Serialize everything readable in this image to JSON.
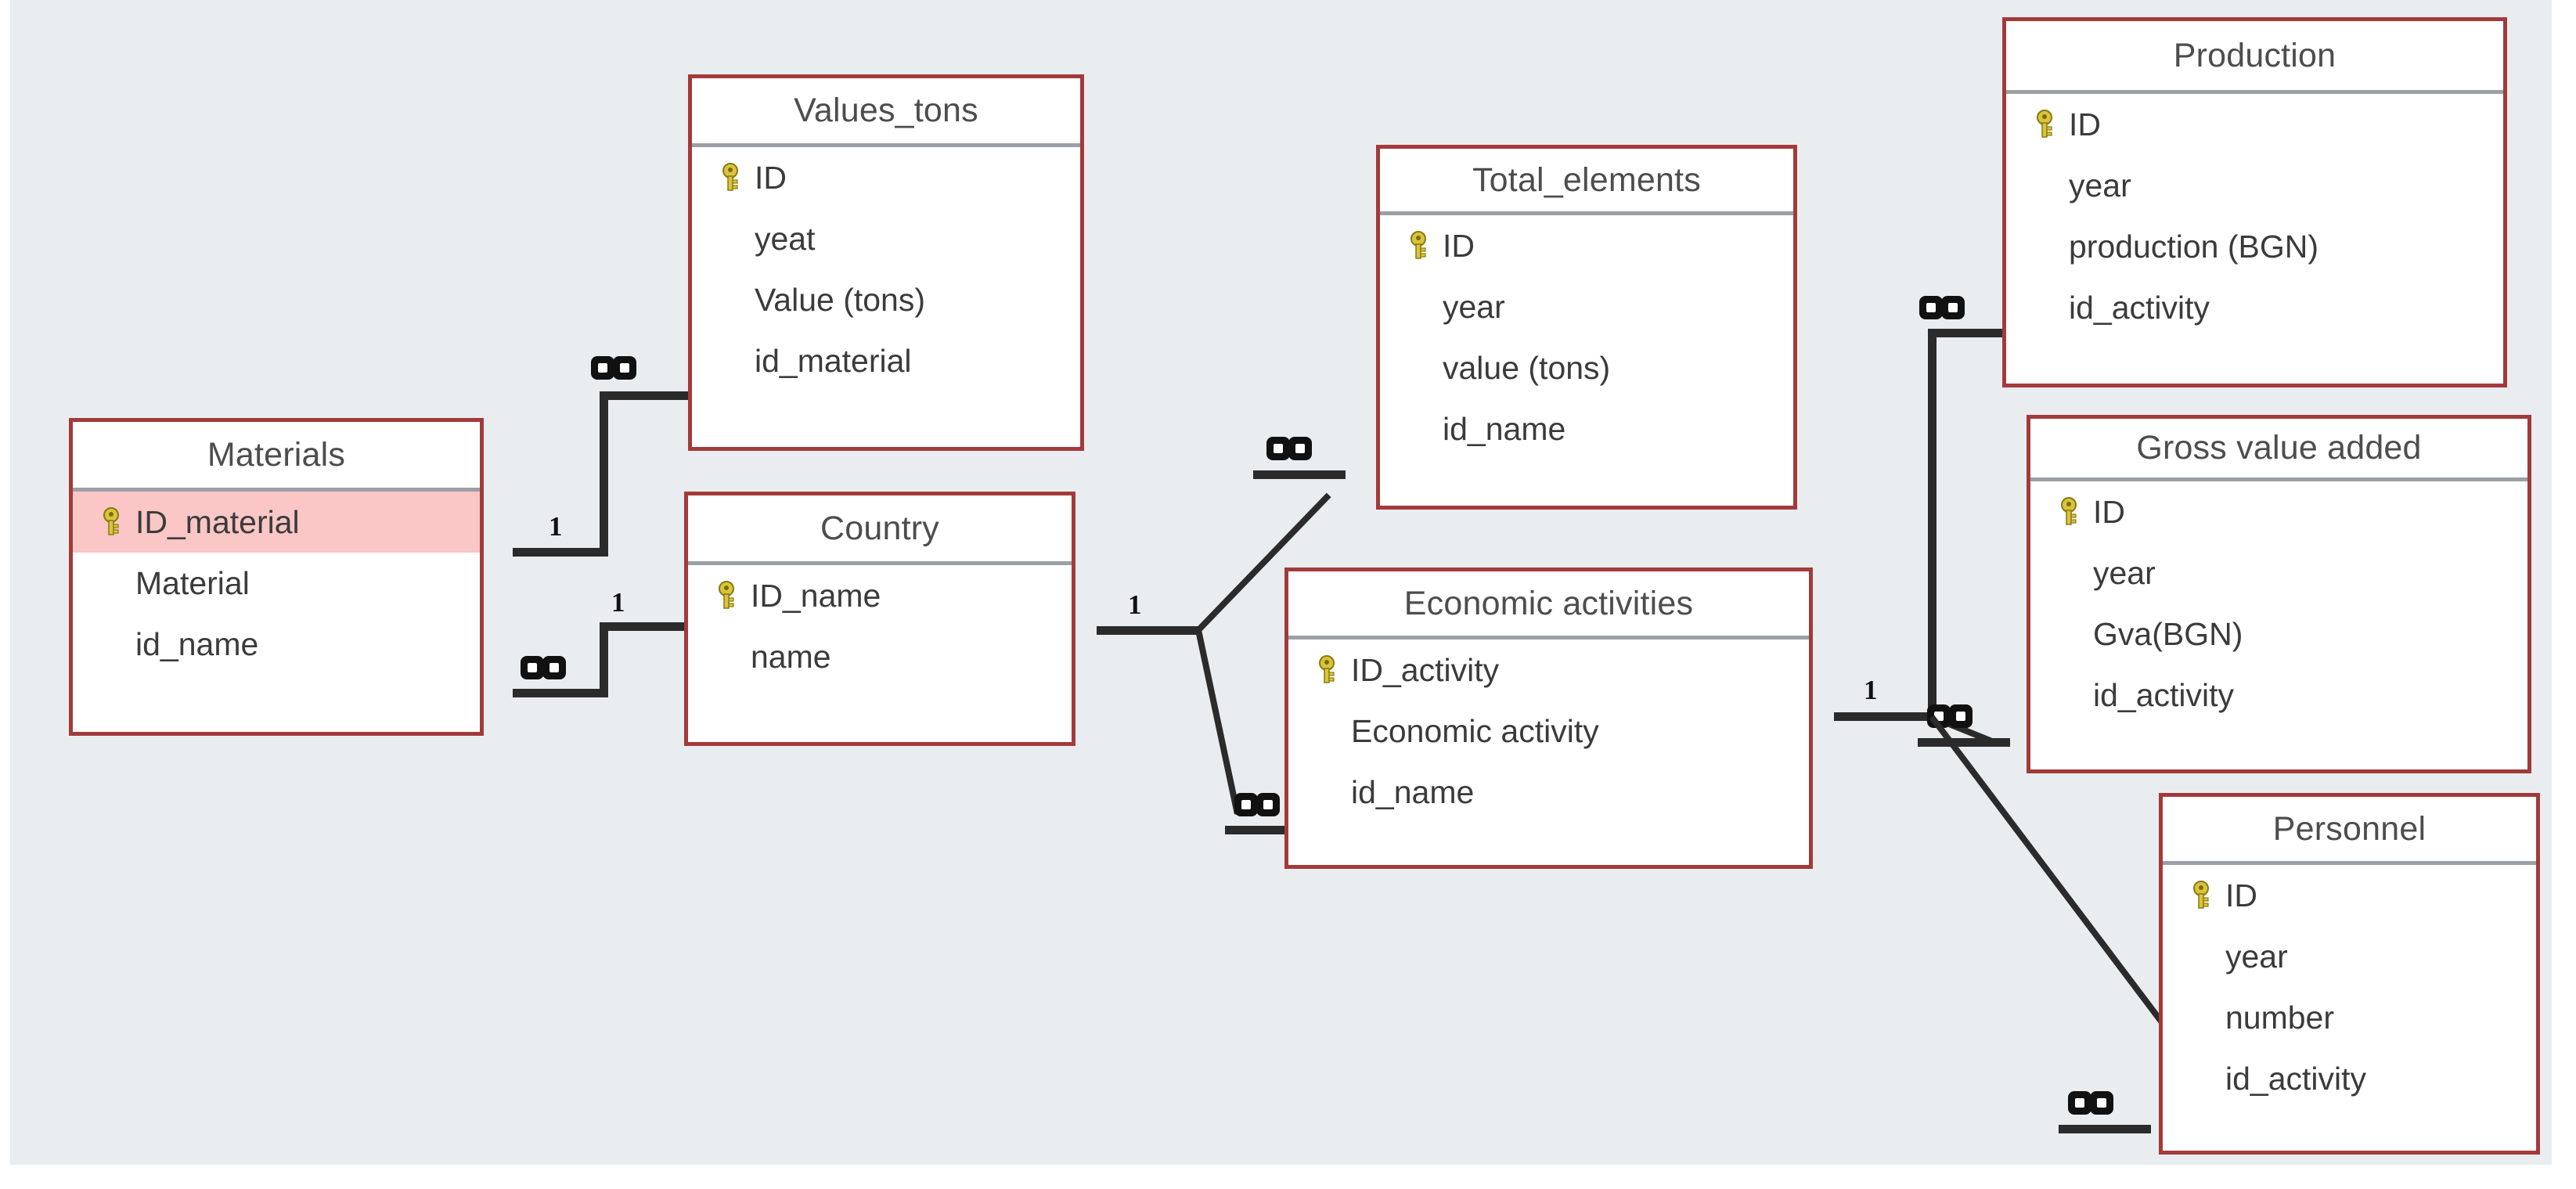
{
  "canvas": {
    "background": "#e9edf0",
    "table_border_color": "#a33a3a",
    "header_separator_color": "#9aa0a6",
    "pk_highlight_color": "#fac6c6",
    "line_color": "#2b2b2b"
  },
  "tables": [
    {
      "id": "materials",
      "title": "Materials",
      "fields": [
        {
          "name": "ID_material",
          "key": true,
          "highlighted": true
        },
        {
          "name": "Material",
          "key": false,
          "highlighted": false
        },
        {
          "name": "id_name",
          "key": false,
          "highlighted": false
        }
      ]
    },
    {
      "id": "values_tons",
      "title": "Values_tons",
      "fields": [
        {
          "name": "ID",
          "key": true,
          "highlighted": false
        },
        {
          "name": "yeat",
          "key": false,
          "highlighted": false
        },
        {
          "name": "Value (tons)",
          "key": false,
          "highlighted": false
        },
        {
          "name": "id_material",
          "key": false,
          "highlighted": false
        }
      ]
    },
    {
      "id": "country",
      "title": "Country",
      "fields": [
        {
          "name": "ID_name",
          "key": true,
          "highlighted": false
        },
        {
          "name": "name",
          "key": false,
          "highlighted": false
        }
      ]
    },
    {
      "id": "total_elements",
      "title": "Total_elements",
      "fields": [
        {
          "name": "ID",
          "key": true,
          "highlighted": false
        },
        {
          "name": "year",
          "key": false,
          "highlighted": false
        },
        {
          "name": "value (tons)",
          "key": false,
          "highlighted": false
        },
        {
          "name": "id_name",
          "key": false,
          "highlighted": false
        }
      ]
    },
    {
      "id": "economic_activities",
      "title": "Economic activities",
      "fields": [
        {
          "name": "ID_activity",
          "key": true,
          "highlighted": false
        },
        {
          "name": "Economic activity",
          "key": false,
          "highlighted": false
        },
        {
          "name": "id_name",
          "key": false,
          "highlighted": false
        }
      ]
    },
    {
      "id": "production",
      "title": "Production",
      "fields": [
        {
          "name": "ID",
          "key": true,
          "highlighted": false
        },
        {
          "name": "year",
          "key": false,
          "highlighted": false
        },
        {
          "name": "production (BGN)",
          "key": false,
          "highlighted": false
        },
        {
          "name": "id_activity",
          "key": false,
          "highlighted": false
        }
      ]
    },
    {
      "id": "gross_value_added",
      "title": "Gross value added",
      "fields": [
        {
          "name": "ID",
          "key": true,
          "highlighted": false
        },
        {
          "name": "year",
          "key": false,
          "highlighted": false
        },
        {
          "name": "Gva(BGN)",
          "key": false,
          "highlighted": false
        },
        {
          "name": "id_activity",
          "key": false,
          "highlighted": false
        }
      ]
    },
    {
      "id": "personnel",
      "title": "Personnel",
      "fields": [
        {
          "name": "ID",
          "key": true,
          "highlighted": false
        },
        {
          "name": "year",
          "key": false,
          "highlighted": false
        },
        {
          "name": "number",
          "key": false,
          "highlighted": false
        },
        {
          "name": "id_activity",
          "key": false,
          "highlighted": false
        }
      ]
    }
  ],
  "relationships": [
    {
      "id": "materials-values_tons",
      "from": "Materials",
      "to": "Values_tons",
      "from_cardinality": "1",
      "to_cardinality": "∞"
    },
    {
      "id": "country-materials",
      "from": "Country",
      "to": "Materials",
      "from_cardinality": "1",
      "to_cardinality": "∞"
    },
    {
      "id": "country-total_elements",
      "from": "Country",
      "to": "Total_elements",
      "from_cardinality": "1",
      "to_cardinality": "∞"
    },
    {
      "id": "country-economic_activities",
      "from": "Country",
      "to": "Economic activities",
      "from_cardinality": "1",
      "to_cardinality": "∞"
    },
    {
      "id": "economic_activities-production",
      "from": "Economic activities",
      "to": "Production",
      "from_cardinality": "1",
      "to_cardinality": "∞"
    },
    {
      "id": "economic_activities-gva",
      "from": "Economic activities",
      "to": "Gross value added",
      "from_cardinality": "1",
      "to_cardinality": "∞"
    },
    {
      "id": "economic_activities-personnel",
      "from": "Economic activities",
      "to": "Personnel",
      "from_cardinality": "1",
      "to_cardinality": "∞"
    }
  ],
  "cardinality_labels": {
    "one": "1",
    "many": "∞"
  }
}
